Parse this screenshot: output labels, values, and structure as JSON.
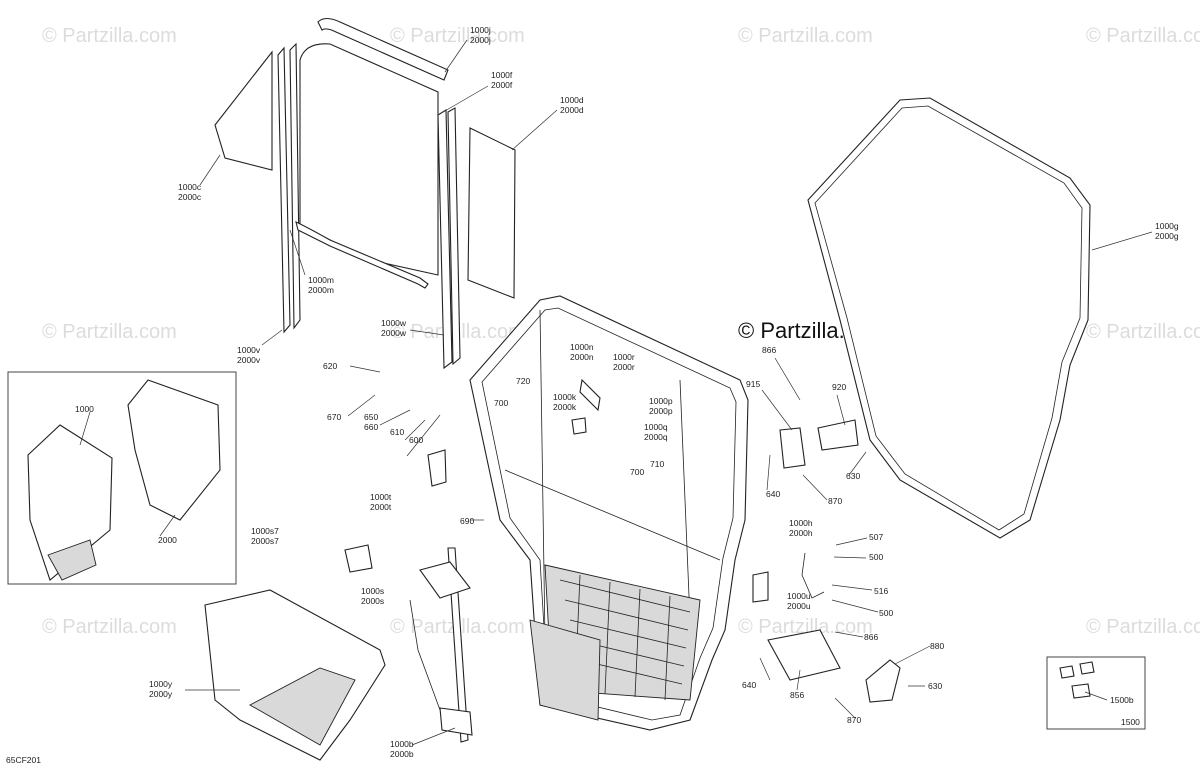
{
  "watermark_text": "© Partzilla.com",
  "brand_text": "© Partzilla.com",
  "diagram_code": "65CF201",
  "callouts": {
    "c1000j": [
      "1000j",
      "2000j"
    ],
    "c1000f": [
      "1000f",
      "2000f"
    ],
    "c1000d": [
      "1000d",
      "2000d"
    ],
    "c1000c": [
      "1000c",
      "2000c"
    ],
    "c1000m": [
      "1000m",
      "2000m"
    ],
    "c1000v": [
      "1000v",
      "2000v"
    ],
    "c1000w": [
      "1000w",
      "2000w"
    ],
    "c1000g": [
      "1000g",
      "2000g"
    ],
    "c1000n": [
      "1000n",
      "2000n"
    ],
    "c1000r": [
      "1000r",
      "2000r"
    ],
    "c1000k": [
      "1000k",
      "2000k"
    ],
    "c1000p": [
      "1000p",
      "2000p"
    ],
    "c1000q": [
      "1000q",
      "2000q"
    ],
    "c1000t": [
      "1000t",
      "2000t"
    ],
    "c1000s7": [
      "1000s7",
      "2000s7"
    ],
    "c1000s": [
      "1000s",
      "2000s"
    ],
    "c1000h": [
      "1000h",
      "2000h"
    ],
    "c1000u": [
      "1000u",
      "2000u"
    ],
    "c1000y": [
      "1000y",
      "2000y"
    ],
    "c1000b": [
      "1000b",
      "2000b"
    ],
    "n620": "620",
    "n670": "670",
    "n650": "650",
    "n660": "660",
    "n610": "610",
    "n600": "600",
    "n720": "720",
    "n700a": "700",
    "n700b": "700",
    "n710": "710",
    "n690": "690",
    "n866a": "866",
    "n915": "915",
    "n920": "920",
    "n640a": "640",
    "n870a": "870",
    "n630a": "630",
    "n507": "507",
    "n500a": "500",
    "n516": "516",
    "n500b": "500",
    "n866b": "866",
    "n880": "880",
    "n640b": "640",
    "n856": "856",
    "n630b": "630",
    "n870b": "870",
    "n1000": "1000",
    "n2000": "2000",
    "n1500b": "1500b",
    "n1500": "1500"
  }
}
